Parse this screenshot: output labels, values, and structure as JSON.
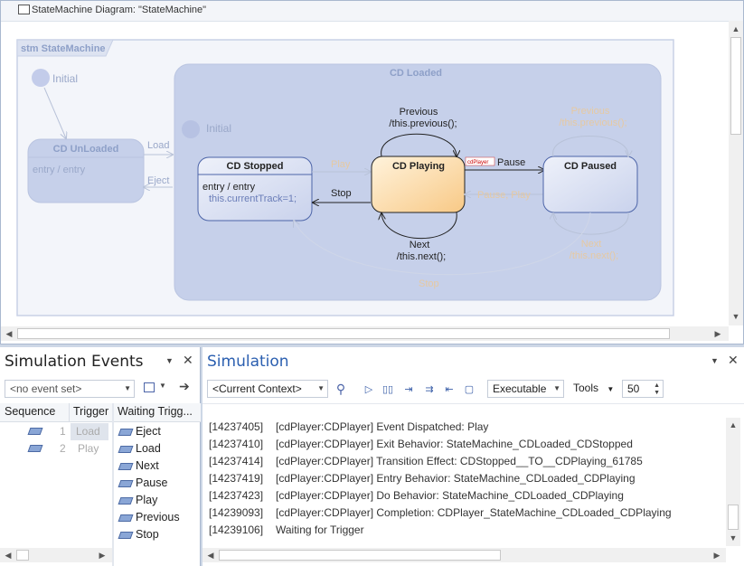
{
  "diagram_window": {
    "title": "StateMachine Diagram: \"StateMachine\"",
    "frame_label": "stm StateMachine",
    "colors": {
      "state_fill": "#c6d0ea",
      "active_fill": "#fbd9a4",
      "accent": "#3a5ea8"
    }
  },
  "diagram": {
    "initial_label": "Initial",
    "unloaded": {
      "name": "CD UnLoaded",
      "entry": "entry / entry"
    },
    "loaded": {
      "name": "CD Loaded",
      "initial_label": "Initial"
    },
    "stopped": {
      "name": "CD Stopped",
      "entry_line1": "entry / entry",
      "entry_line2": "this.currentTrack=1;"
    },
    "playing": {
      "name": "CD Playing",
      "badge": "cdPlayer",
      "self_previous_1": "Previous",
      "self_previous_2": "/this.previous();",
      "self_next_1": "Next",
      "self_next_2": "/this.next();"
    },
    "paused": {
      "name": "CD Paused",
      "self_previous_1": "Previous",
      "self_previous_2": "/this.previous();",
      "self_next_1": "Next",
      "self_next_2": "/this.next();"
    },
    "transitions": {
      "load": "Load",
      "eject": "Eject",
      "play": "Play",
      "stop_active": "Stop",
      "pause": "Pause",
      "pause_play": "Pause, Play",
      "stop_faded": "Stop"
    }
  },
  "events_panel": {
    "title": "Simulation Events",
    "event_set_placeholder": "<no event set>",
    "columns": [
      "Sequence",
      "Trigger",
      "Waiting Trigg..."
    ],
    "rows": [
      {
        "seq": "1",
        "trigger": "Load"
      },
      {
        "seq": "2",
        "trigger": "Play"
      }
    ],
    "waiting_triggers": [
      "Eject",
      "Load",
      "Next",
      "Pause",
      "Play",
      "Previous",
      "Stop"
    ]
  },
  "sim_panel": {
    "title": "Simulation",
    "context": "<Current Context>",
    "mode": "Executable",
    "tools_label": "Tools",
    "speed": "50",
    "log": [
      {
        "ts": "[14237405]",
        "msg": "[cdPlayer:CDPlayer] Event Dispatched: Play"
      },
      {
        "ts": "[14237410]",
        "msg": "[cdPlayer:CDPlayer] Exit Behavior: StateMachine_CDLoaded_CDStopped"
      },
      {
        "ts": "[14237414]",
        "msg": "[cdPlayer:CDPlayer] Transition Effect: CDStopped__TO__CDPlaying_61785"
      },
      {
        "ts": "[14237419]",
        "msg": "[cdPlayer:CDPlayer] Entry Behavior: StateMachine_CDLoaded_CDPlaying"
      },
      {
        "ts": "[14237423]",
        "msg": "[cdPlayer:CDPlayer] Do Behavior: StateMachine_CDLoaded_CDPlaying"
      },
      {
        "ts": "[14239093]",
        "msg": "[cdPlayer:CDPlayer] Completion: CDPlayer_StateMachine_CDLoaded_CDPlaying"
      },
      {
        "ts": "[14239106]",
        "msg": "Waiting for Trigger"
      }
    ]
  }
}
